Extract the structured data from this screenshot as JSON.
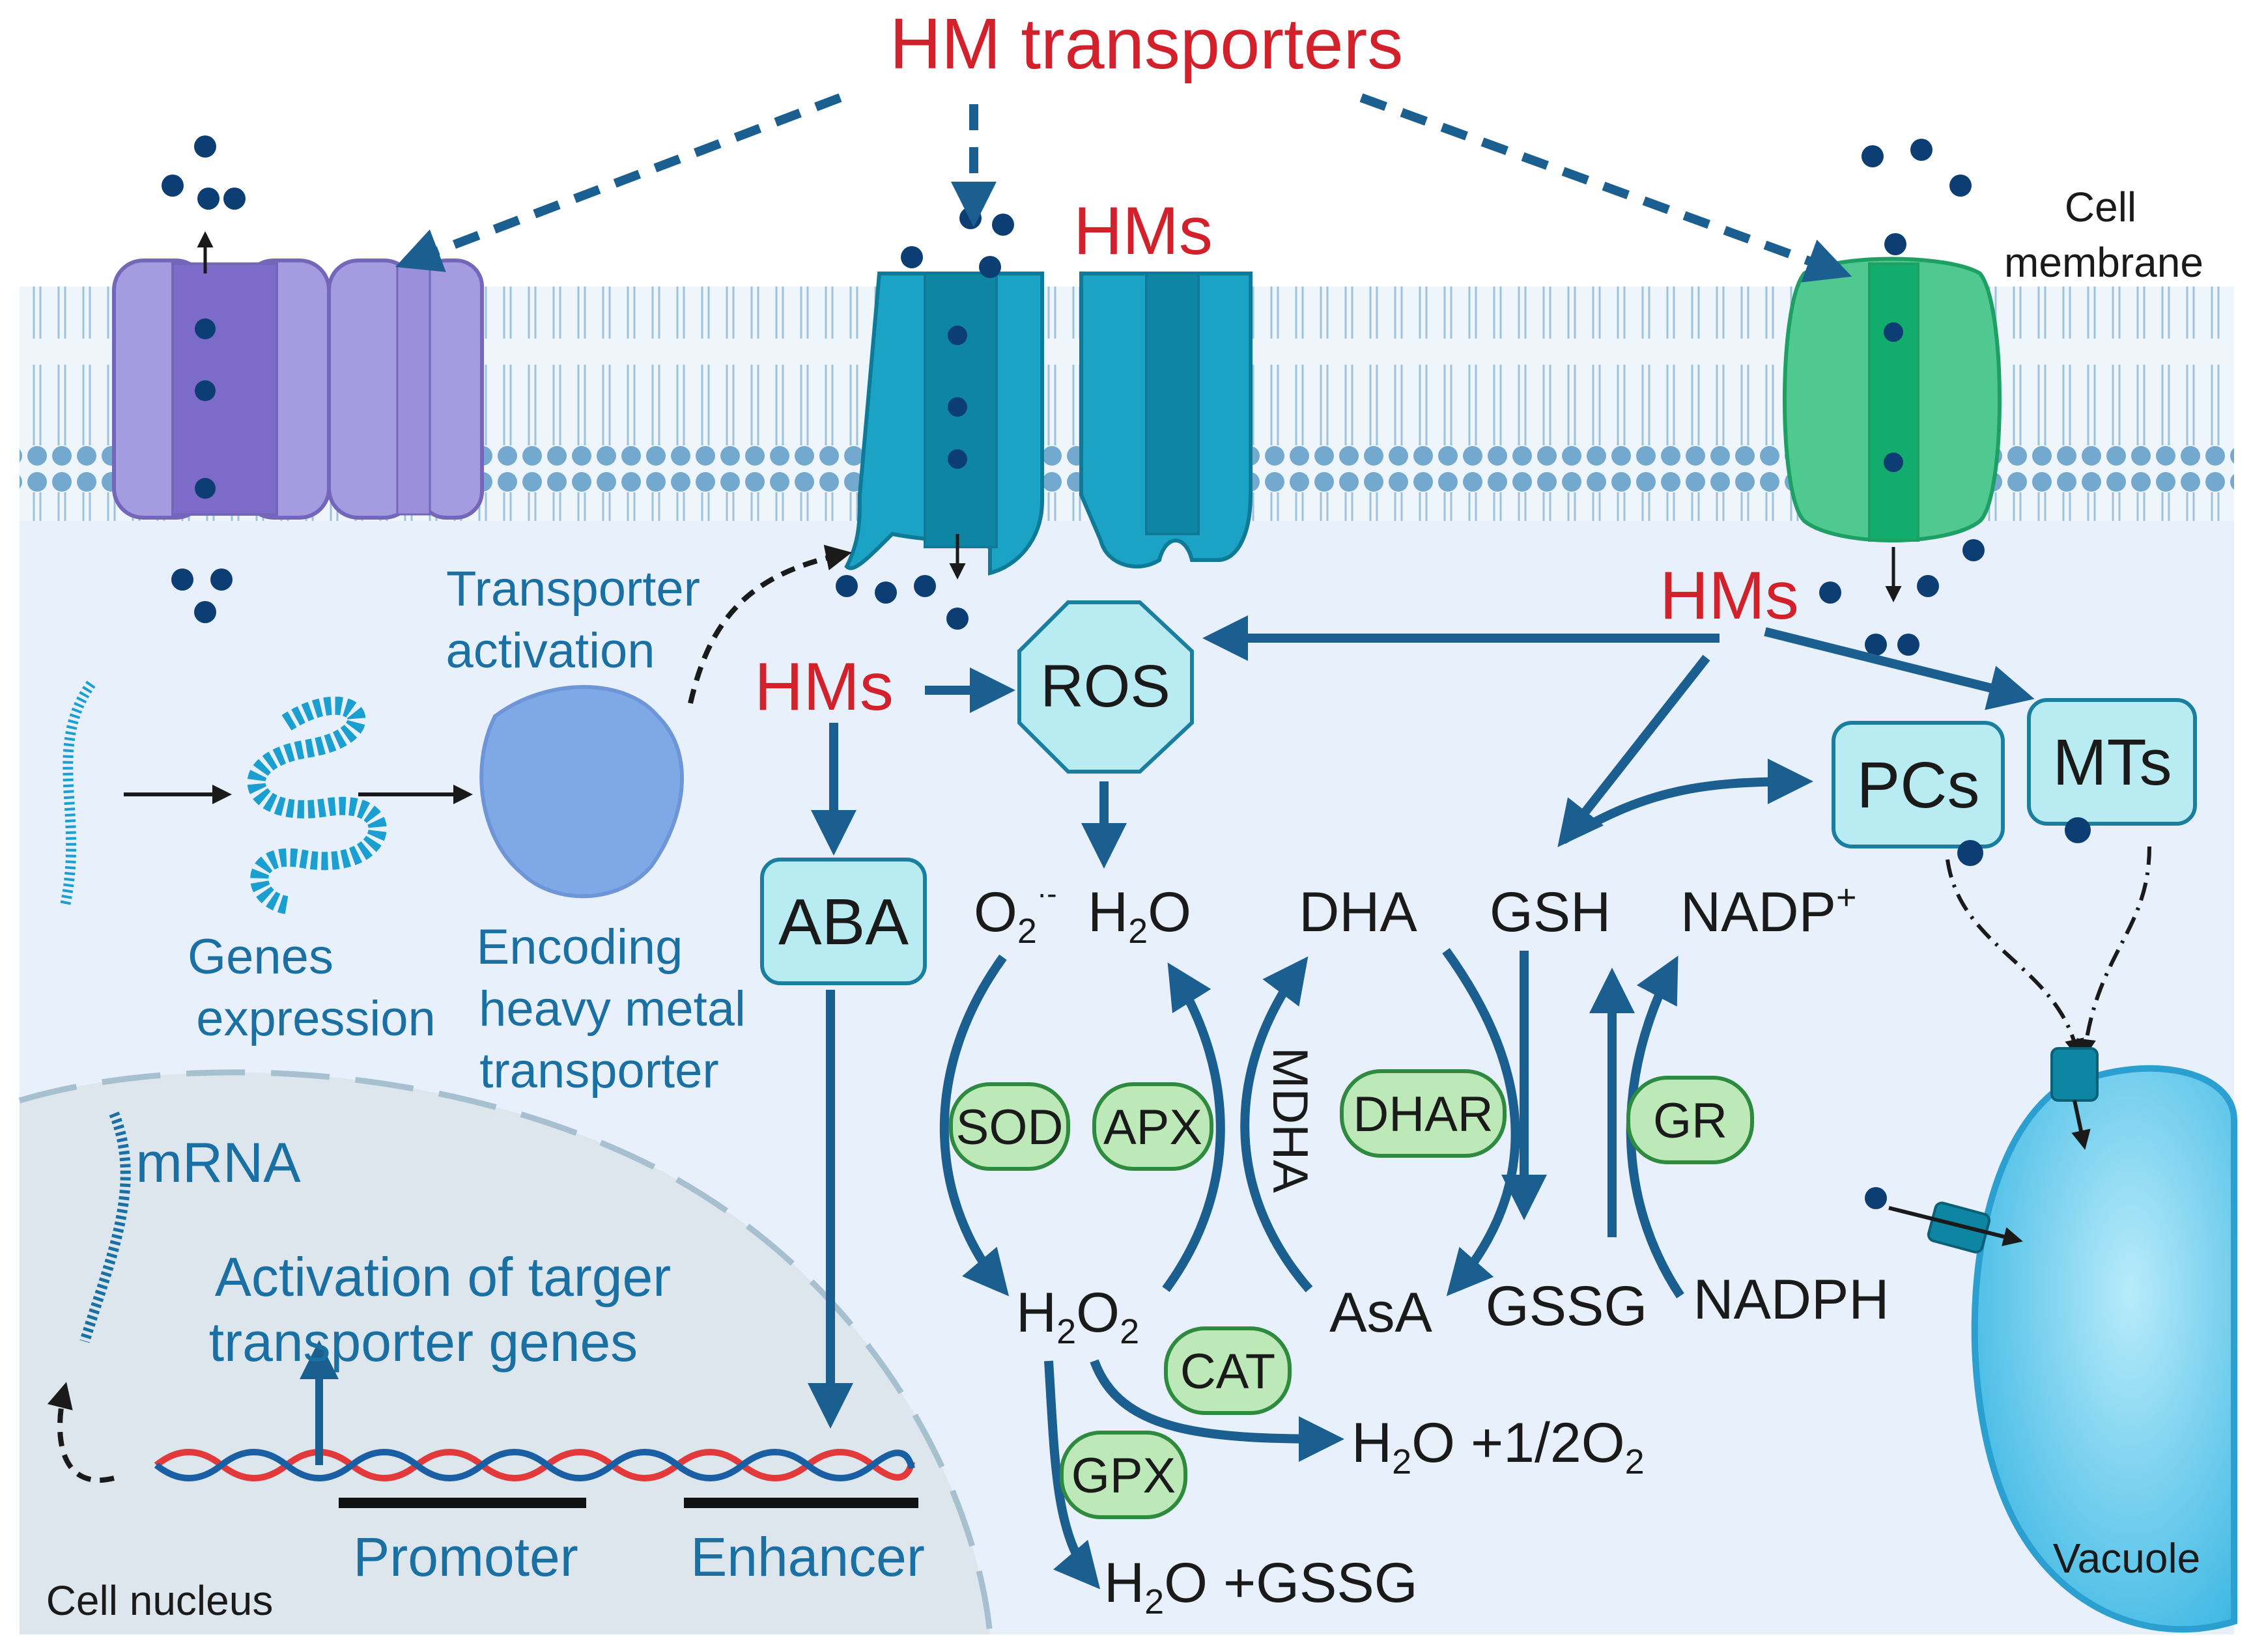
{
  "labels": {
    "hm_transporters": "HM transporters",
    "hms_top": "HMs",
    "hms_middle": "HMs",
    "hms_right": "HMs",
    "cell_membrane_line1": "Cell",
    "cell_membrane_line2": "membrane",
    "transporter_activation_line1": "Transporter",
    "transporter_activation_line2": "activation",
    "genes_expression_line1": "Genes",
    "genes_expression_line2": "expression",
    "encoding_line1": "Encoding",
    "encoding_line2": "heavy metal",
    "encoding_line3": "transporter",
    "mrna": "mRNA",
    "activation_line1": "Activation of targer",
    "activation_line2": "transporter genes",
    "promoter": "Promoter",
    "enhancer": "Enhancer",
    "cell_nucleus": "Cell nucleus",
    "vacuole": "Vacuole"
  },
  "nodes": {
    "ros": "ROS",
    "aba": "ABA",
    "pcs": "PCs",
    "mts": "MTs"
  },
  "metabolites": {
    "o2_base": "O",
    "o2_sub": "2",
    "o2_sup": "·-",
    "h2o_a": "H",
    "h2o_b": "2",
    "h2o_c": "O",
    "dha": "DHA",
    "gsh": "GSH",
    "nadp_base": "NADP",
    "nadp_sup": "+",
    "h2o2_a": "H",
    "h2o2_b": "2",
    "h2o2_c": "O",
    "h2o2_d": "2",
    "mdha": "MDHA",
    "asa": "AsA",
    "gssg": "GSSG",
    "nadph": "NADPH",
    "prod1_a": "H",
    "prod1_b": "2",
    "prod1_c": "O +1/2O",
    "prod1_d": "2",
    "prod2_a": "H",
    "prod2_b": "2",
    "prod2_c": "O +GSSG"
  },
  "enzymes": {
    "sod": "SOD",
    "apx": "APX",
    "dhar": "DHAR",
    "gr": "GR",
    "cat": "CAT",
    "gpx": "GPX"
  },
  "colors": {
    "cytoplasm": "#e8f1fb",
    "nucleus": "#dce6ec",
    "arrow": "#1a5f8f",
    "hm_red": "#d3212b",
    "text_blue": "#1a6fa3",
    "purple_transporter": "#a59be0",
    "teal_transporter": "#1aa3c4",
    "green_transporter": "#4fc98f",
    "enzyme_fill": "#bde8b7",
    "node_fill": "#b8ecf2",
    "vacuole": "#4dc4ea"
  }
}
